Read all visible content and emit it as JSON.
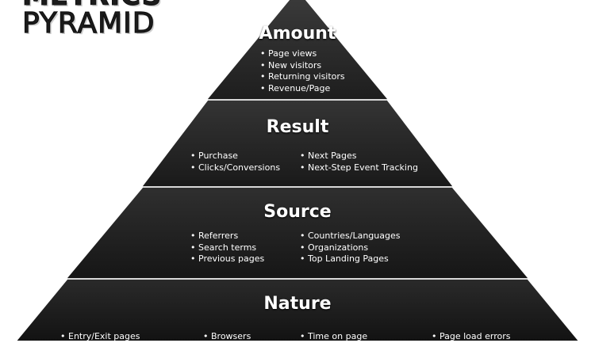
{
  "title": {
    "line1": "METRICS",
    "line2": "PYRAMID"
  },
  "tiers": [
    {
      "heading": "Amount",
      "columns": [
        [
          "Page views",
          "New visitors",
          "Returning visitors",
          "Revenue/Page"
        ]
      ]
    },
    {
      "heading": "Result",
      "columns": [
        [
          "Purchase",
          "Clicks/Conversions"
        ],
        [
          "Next Pages",
          "Next-Step Event Tracking"
        ]
      ]
    },
    {
      "heading": "Source",
      "columns": [
        [
          "Referrers",
          "Search terms",
          "Previous pages"
        ],
        [
          "Countries/Languages",
          "Organizations",
          "Top Landing Pages"
        ]
      ]
    },
    {
      "heading": "Nature",
      "columns": [
        [
          "Entry/Exit pages"
        ],
        [
          "Browsers"
        ],
        [
          "Time on page"
        ],
        [
          "Page load errors"
        ]
      ]
    }
  ],
  "colors": {
    "tier_top": "#3a3a3a",
    "tier_bottom": "#141414",
    "divider": "#d8d8d8",
    "title": "#1c1c1c"
  }
}
